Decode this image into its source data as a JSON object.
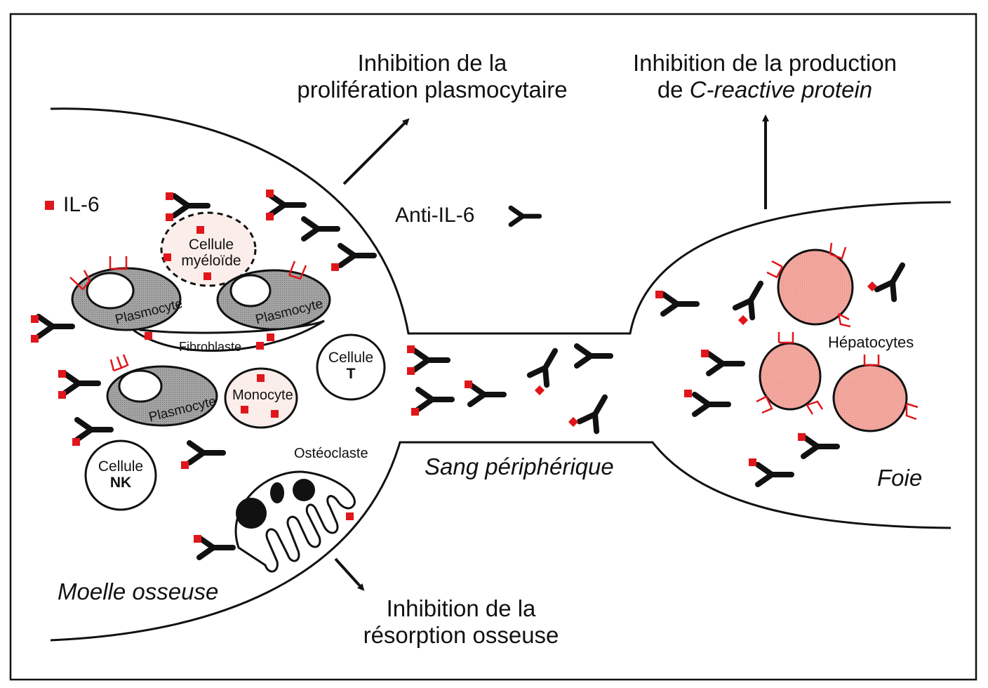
{
  "colors": {
    "il6": "#e0161a",
    "receptor": "#e0161a",
    "plasmocyte_fill": "#9a9a9a",
    "hepatocyte_fill": "#f2a79f",
    "myeloid_fill": "#fbeeea",
    "monocyte_fill": "#fbeeea",
    "line": "#111111",
    "background": "#ffffff"
  },
  "legend": {
    "il6_label": "IL-6",
    "anti_il6_label": "Anti-IL-6"
  },
  "effects": {
    "plasma_cell": {
      "line1": "Inhibition de la",
      "line2": "prolifération plasmocytaire"
    },
    "crp": {
      "line1": "Inhibition de la production",
      "line2_prefix": "de ",
      "line2_italic": "C-reactive protein"
    },
    "bone": {
      "line1": "Inhibition de la",
      "line2": "résorption osseuse"
    }
  },
  "compartments": {
    "bone_marrow": "Moelle osseuse",
    "blood": "Sang périphérique",
    "liver": "Foie"
  },
  "cells": {
    "myeloid": {
      "line1": "Cellule",
      "line2": "myéloïde"
    },
    "plasmocyte": "Plasmocyte",
    "fibroblast": "Fibroblaste",
    "t_cell": {
      "line1": "Cellule",
      "line2": "T"
    },
    "monocyte": "Monocyte",
    "nk_cell": {
      "line1": "Cellule",
      "line2": "NK"
    },
    "osteoclast": "Ostéoclaste",
    "hepatocytes": "Hépatocytes"
  }
}
